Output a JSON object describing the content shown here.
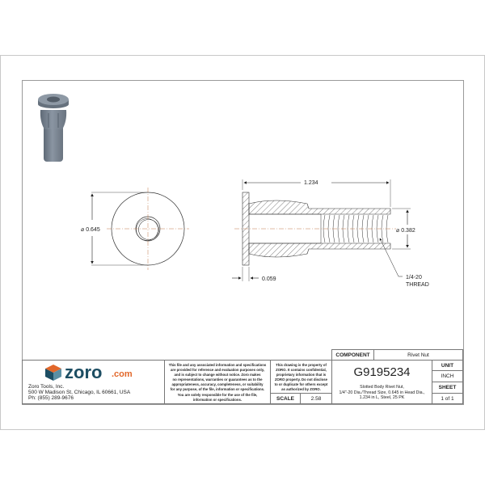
{
  "drawing": {
    "front_view": {
      "diameter_label": "0.645",
      "diameter_symbol": "⌀"
    },
    "side_view": {
      "length_label": "1.234",
      "thread_diameter_label": "0.382",
      "thread_diameter_symbol": "⌀",
      "flange_thickness_label": "0.059",
      "thread_callout_line1": "1/4-20",
      "thread_callout_line2": "THREAD"
    },
    "render_3d": {
      "icon": "rivet-nut-3d-render",
      "color": "#7d8896"
    }
  },
  "title_block": {
    "company": {
      "logo_word": "zoro",
      "logo_suffix": ".com",
      "logo_word_color": "#1d4e63",
      "logo_suffix_color": "#e2672a",
      "name": "Zoro Tools, Inc.",
      "address": "500 W Madison St, Chicago, IL 60661, USA",
      "phone": "Ph: (855) 289-9676"
    },
    "disclaimer": [
      "This file and any associated information and specifications",
      "are provided for reference and evaluation purposes only,",
      "and is subject to change without notice. Zoro makes",
      "no representations, warranties or guarantees as to the",
      "appropriateness, accuracy, completeness, or suitability",
      "for any purpose, of the file, information or specifications.",
      "You are solely responsible for the use of the file,",
      "information or specifications."
    ],
    "property_notice": [
      "This drawing is the property of",
      "ZORO. It contains confidential,",
      "proprietary information that is",
      "ZORO property. Do not disclose",
      "to or duplicate for others except",
      "as authorized by ZORO."
    ],
    "scale_label": "SCALE",
    "scale_value": "2.58",
    "component_label": "COMPONENT",
    "component_value": "Rivet Nut",
    "part_number": "G9195234",
    "description": [
      "Slotted Body Rivet Nut,",
      "1/4\"-20 Dia./Thread Size, 0.645 in Head Dia.,",
      "1.234 in L, Steel, 25 PK"
    ],
    "unit_label": "UNIT",
    "unit_value": "INCH",
    "sheet_label": "SHEET",
    "sheet_value": "1 of 1"
  }
}
